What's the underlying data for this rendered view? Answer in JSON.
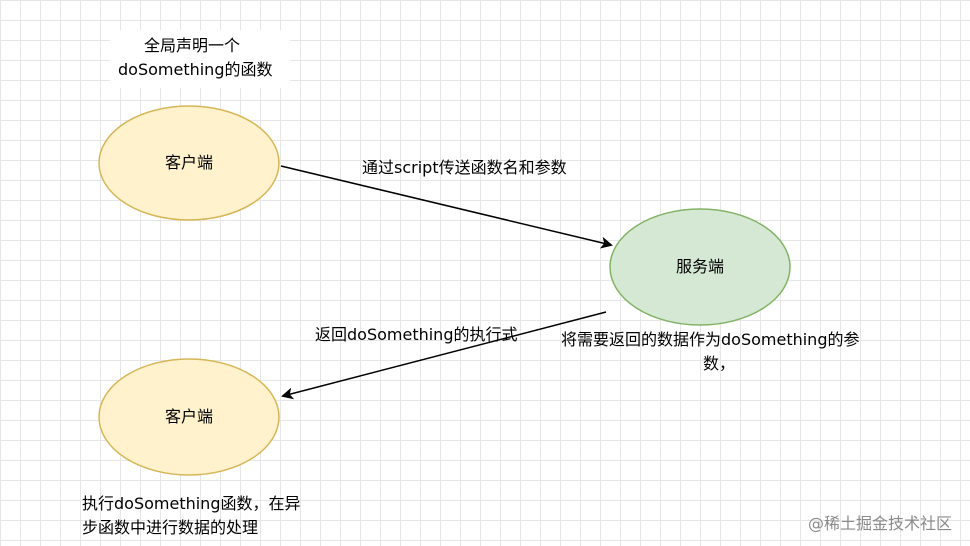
{
  "diagram": {
    "nodes": {
      "client_top": {
        "label": "客户端",
        "fill": "#fff2cc",
        "stroke": "#d6b656"
      },
      "server": {
        "label": "服务端",
        "fill": "#d5e8d4",
        "stroke": "#82b366"
      },
      "client_bottom": {
        "label": "客户端",
        "fill": "#fff2cc",
        "stroke": "#d6b656"
      }
    },
    "notes": {
      "declare_line1": "全局声明一个",
      "declare_line2": "doSomething的函数",
      "send_params": "通过script传送函数名和参数",
      "return_exec": "返回doSomething的执行式",
      "server_note_line1": "将需要返回的数据作为doSomething的参",
      "server_note_line2": "数，",
      "execute_line1": "执行doSomething函数，在异",
      "execute_line2": "步函数中进行数据的处理"
    },
    "edge_color": "#000000",
    "grid_color": "#e6e6e6"
  },
  "watermark": "@稀土掘金技术社区"
}
